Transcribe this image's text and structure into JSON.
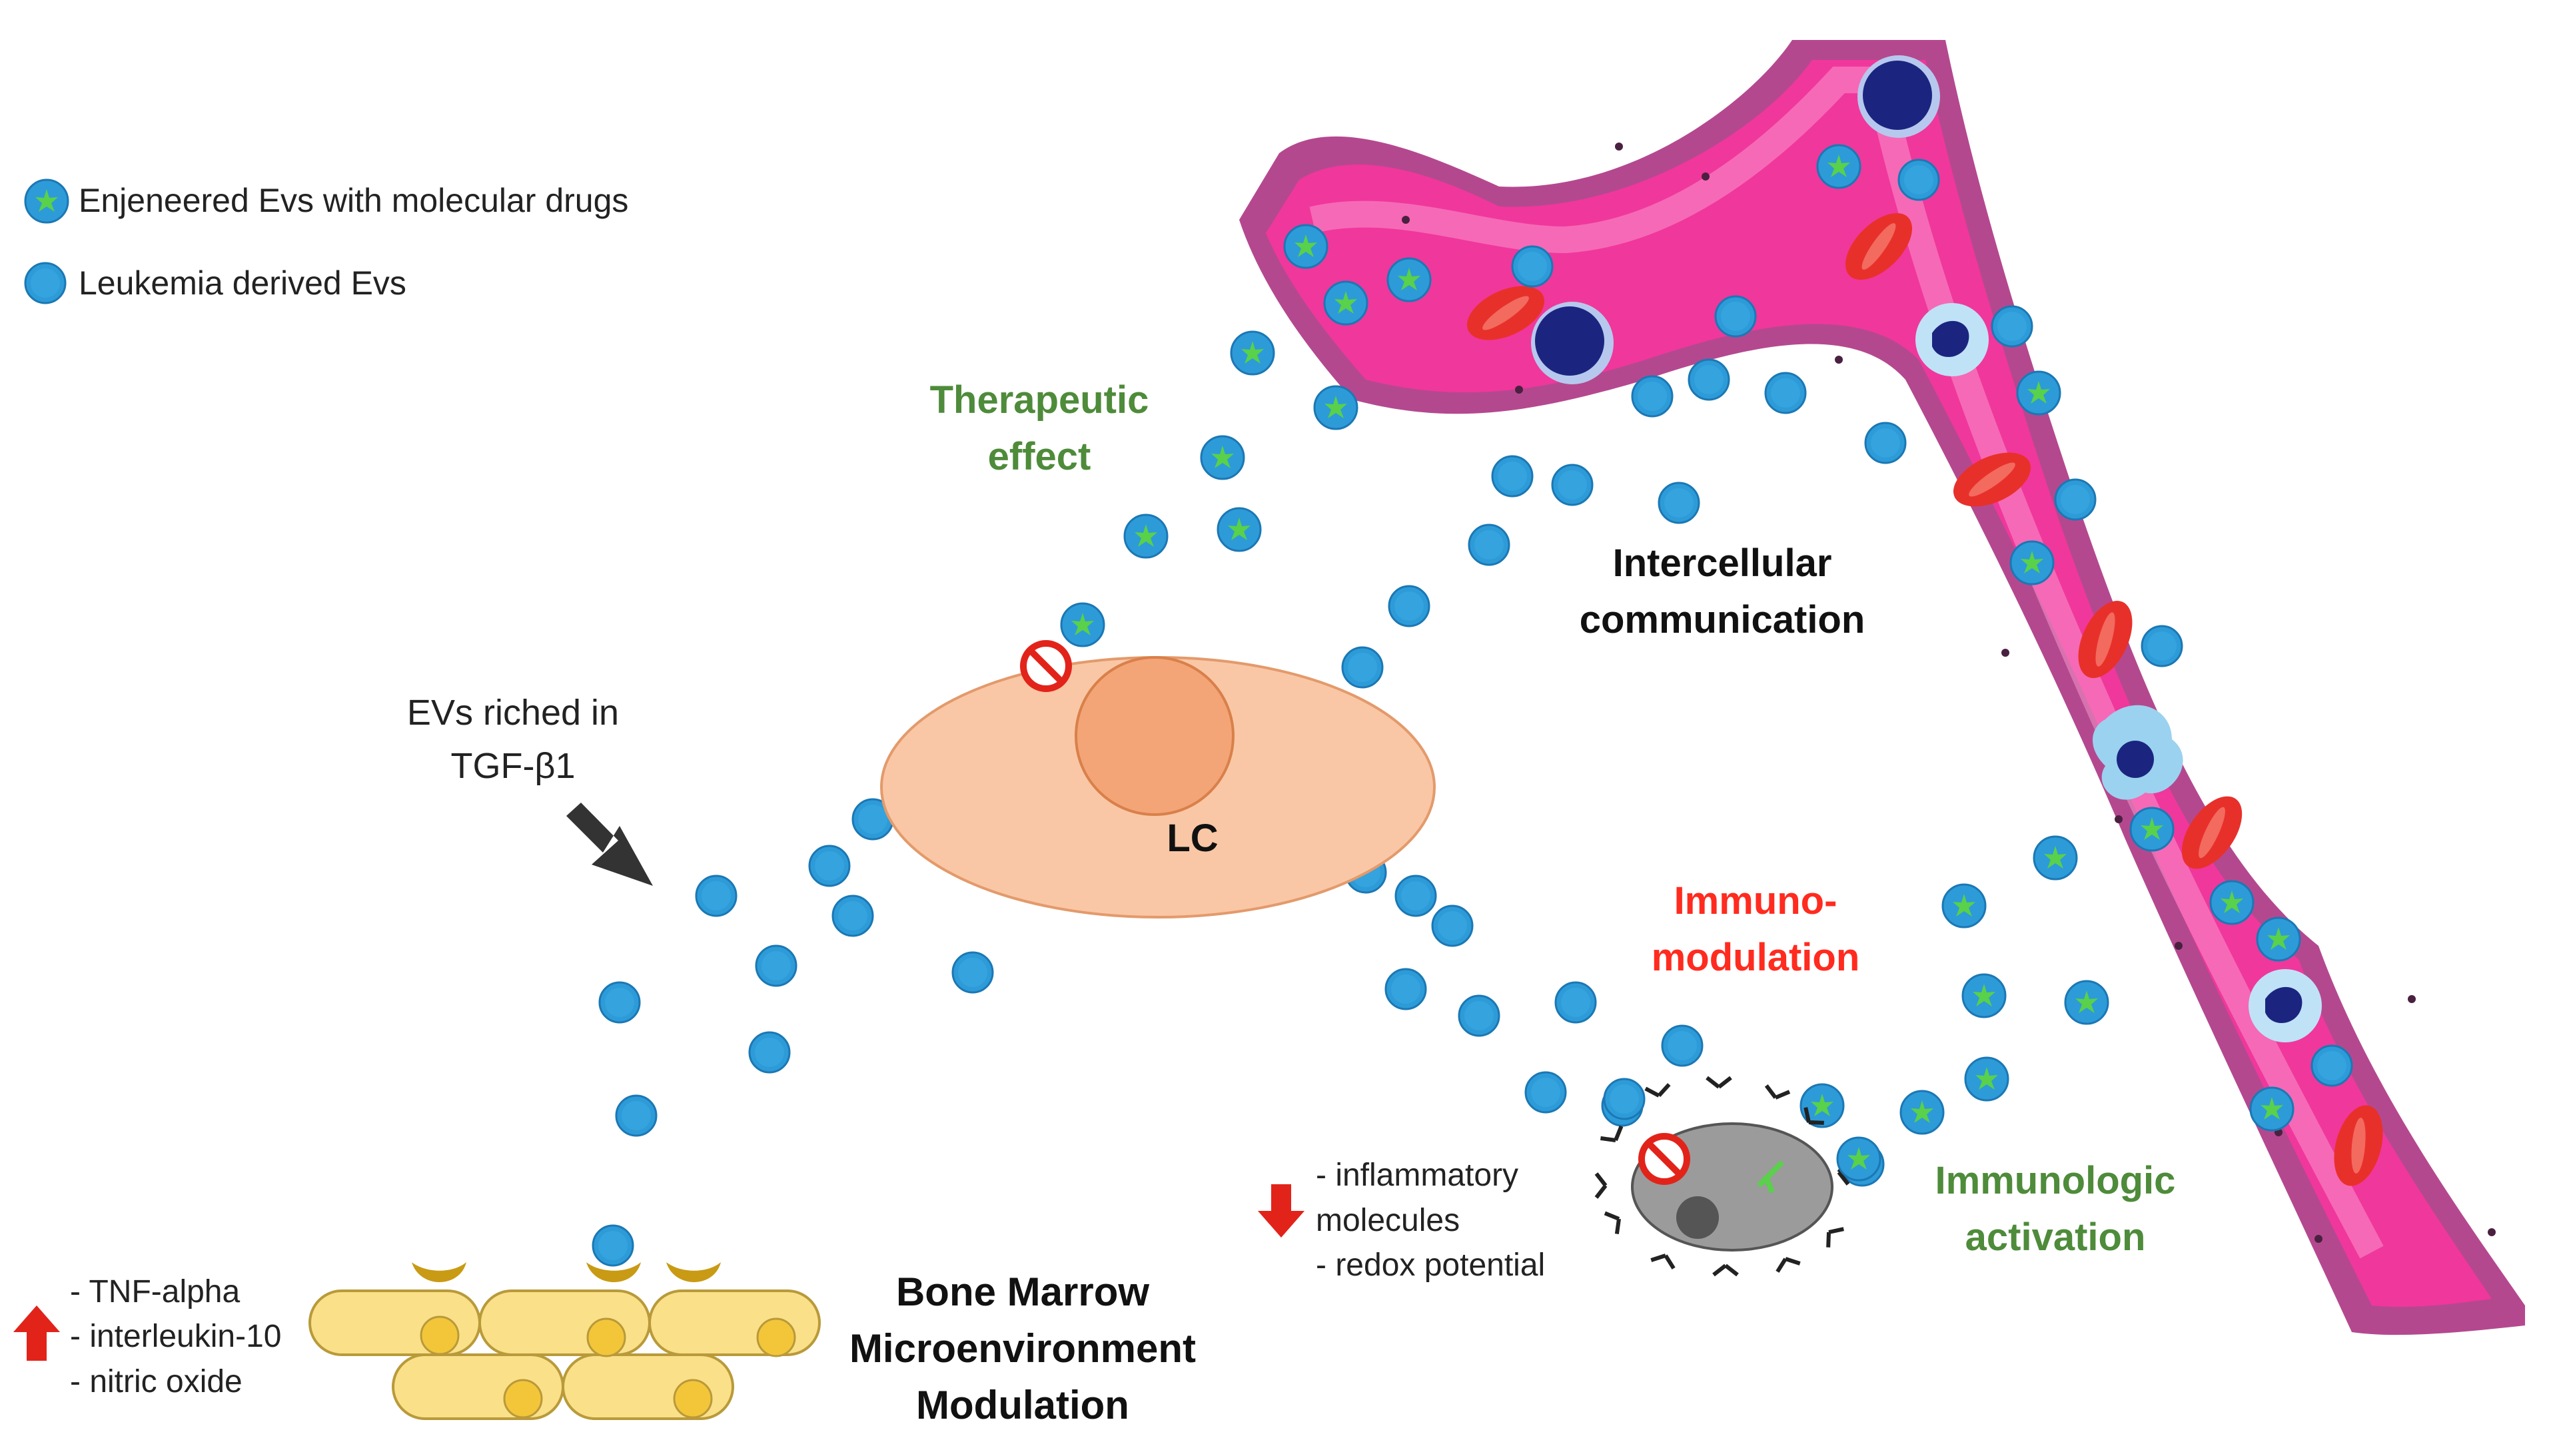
{
  "legend": {
    "engineered": "Enjeneered Evs with molecular drugs",
    "leukemia": "Leukemia derived Evs"
  },
  "labels": {
    "therapeutic_1": "Therapeutic",
    "therapeutic_2": "effect",
    "intercellular_1": "Intercellular",
    "intercellular_2": "communication",
    "evs_riched_1": "EVs riched in",
    "evs_riched_2": "TGF-β1",
    "lc": "LC",
    "immuno_1": "Immuno-",
    "immuno_2": "modulation",
    "immunologic_1": "Immunologic",
    "immunologic_2": "activation",
    "bone_1": "Bone Marrow",
    "bone_2": "Microenvironment",
    "bone_3": "Modulation"
  },
  "down_list": [
    "- inflammatory",
    "molecules",
    "- redox potential"
  ],
  "up_list": [
    "- TNF-alpha",
    "- interleukin-10",
    "- nitric oxide"
  ],
  "colors": {
    "vessel_outer": "#b4488f",
    "vessel_inner": "#f0379c",
    "ev_blue": "#2d9bd8",
    "ev_star": "#59d14a",
    "rbc": "#e8302a",
    "lc_cell": "#f9c7a5",
    "lc_nucleus": "#f4a577",
    "bm_cell": "#fbe08a",
    "therapeutic": "#4e8b3a",
    "immuno": "#ff2b1f",
    "arrow_dark": "#333333",
    "arrow_red": "#e2231a"
  }
}
